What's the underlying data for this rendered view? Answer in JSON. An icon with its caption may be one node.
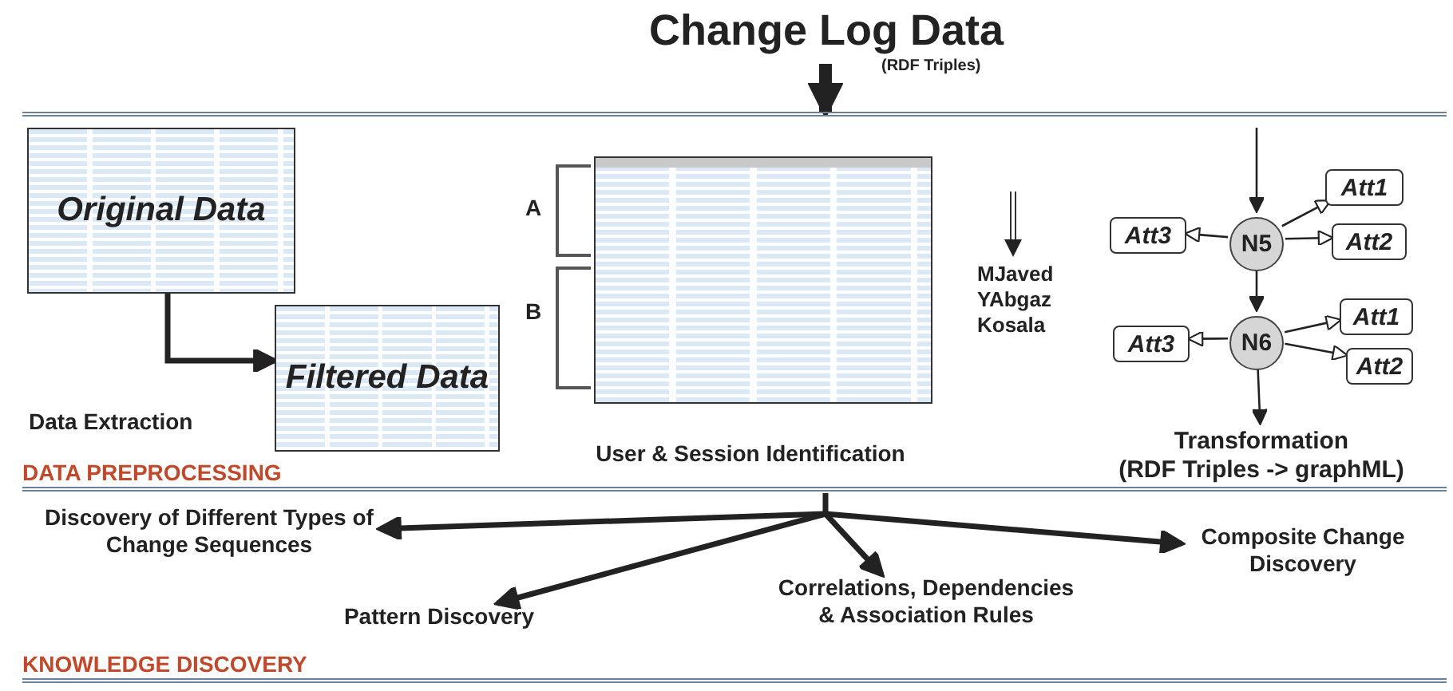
{
  "diagram": {
    "title": "Change Log Data",
    "nodes": [
      {
        "text": [
          "DATA PREPROCESSING"
        ]
      },
      {
        "text": [
          "Original Data"
        ],
        "in": 0
      },
      {
        "text": [
          "Filtered Data"
        ],
        "in": 0
      },
      {
        "text": [],
        "shape": "picture",
        "in": 0
      },
      {
        "text": [
          "N5"
        ],
        "in": 0
      },
      {
        "text": [
          "Att1"
        ],
        "in": 0
      },
      {
        "text": [
          "Att2"
        ],
        "in": 0
      },
      {
        "text": [
          "Att3"
        ],
        "in": 0
      },
      {
        "text": [
          "N6"
        ],
        "in": 0
      },
      {
        "text": [
          "Att1"
        ],
        "in": 0
      },
      {
        "text": [
          "Att2"
        ],
        "in": 0
      },
      {
        "text": [
          "Att3"
        ],
        "in": 0
      },
      {
        "text": [
          "Transformation",
          "(RDF Triples -> graphML)"
        ],
        "in": 0
      },
      {
        "text": [
          "KNOWLEDGE DISCOVERY"
        ]
      },
      {
        "text": [
          "Discovery of Different Types of Change Sequences"
        ],
        "in": 13
      },
      {
        "text": [
          "Pattern Discovery"
        ],
        "in": 13
      },
      {
        "text": [
          "Correlations, Dependencies & Association Rules"
        ],
        "in": 13
      },
      {
        "text": [
          "Composite Change Discovery"
        ],
        "in": 13
      }
    ],
    "edges": [
      {
        "from": null,
        "to": 0,
        "arrow": "to",
        "label": "(RDF Triples)",
        "style": "thick"
      },
      {
        "from": 1,
        "to": 2,
        "arrow": "to",
        "style": "thick"
      },
      {
        "from": null,
        "to": 4,
        "arrow": "to"
      },
      {
        "from": 4,
        "to": 5,
        "arrow": "to"
      },
      {
        "from": 4,
        "to": 6,
        "arrow": "to"
      },
      {
        "from": 4,
        "to": 7,
        "arrow": "to"
      },
      {
        "from": 4,
        "to": 8,
        "arrow": "to"
      },
      {
        "from": 8,
        "to": 9,
        "arrow": "to"
      },
      {
        "from": 8,
        "to": 10,
        "arrow": "to"
      },
      {
        "from": 8,
        "to": 11,
        "arrow": "to"
      },
      {
        "from": 8,
        "to": 12,
        "arrow": "to"
      },
      {
        "from": null,
        "to": 14,
        "arrow": "to",
        "style": "thick"
      },
      {
        "from": null,
        "to": 15,
        "arrow": "to",
        "style": "thick"
      },
      {
        "from": null,
        "to": 16,
        "arrow": "to",
        "style": "thick"
      },
      {
        "from": null,
        "to": 17,
        "arrow": "to",
        "style": "thick"
      }
    ],
    "labels": [
      "Data Extraction",
      "A",
      "B",
      "MJaved",
      "YAbgaz",
      "Kosala",
      "User & Session Identification"
    ]
  }
}
